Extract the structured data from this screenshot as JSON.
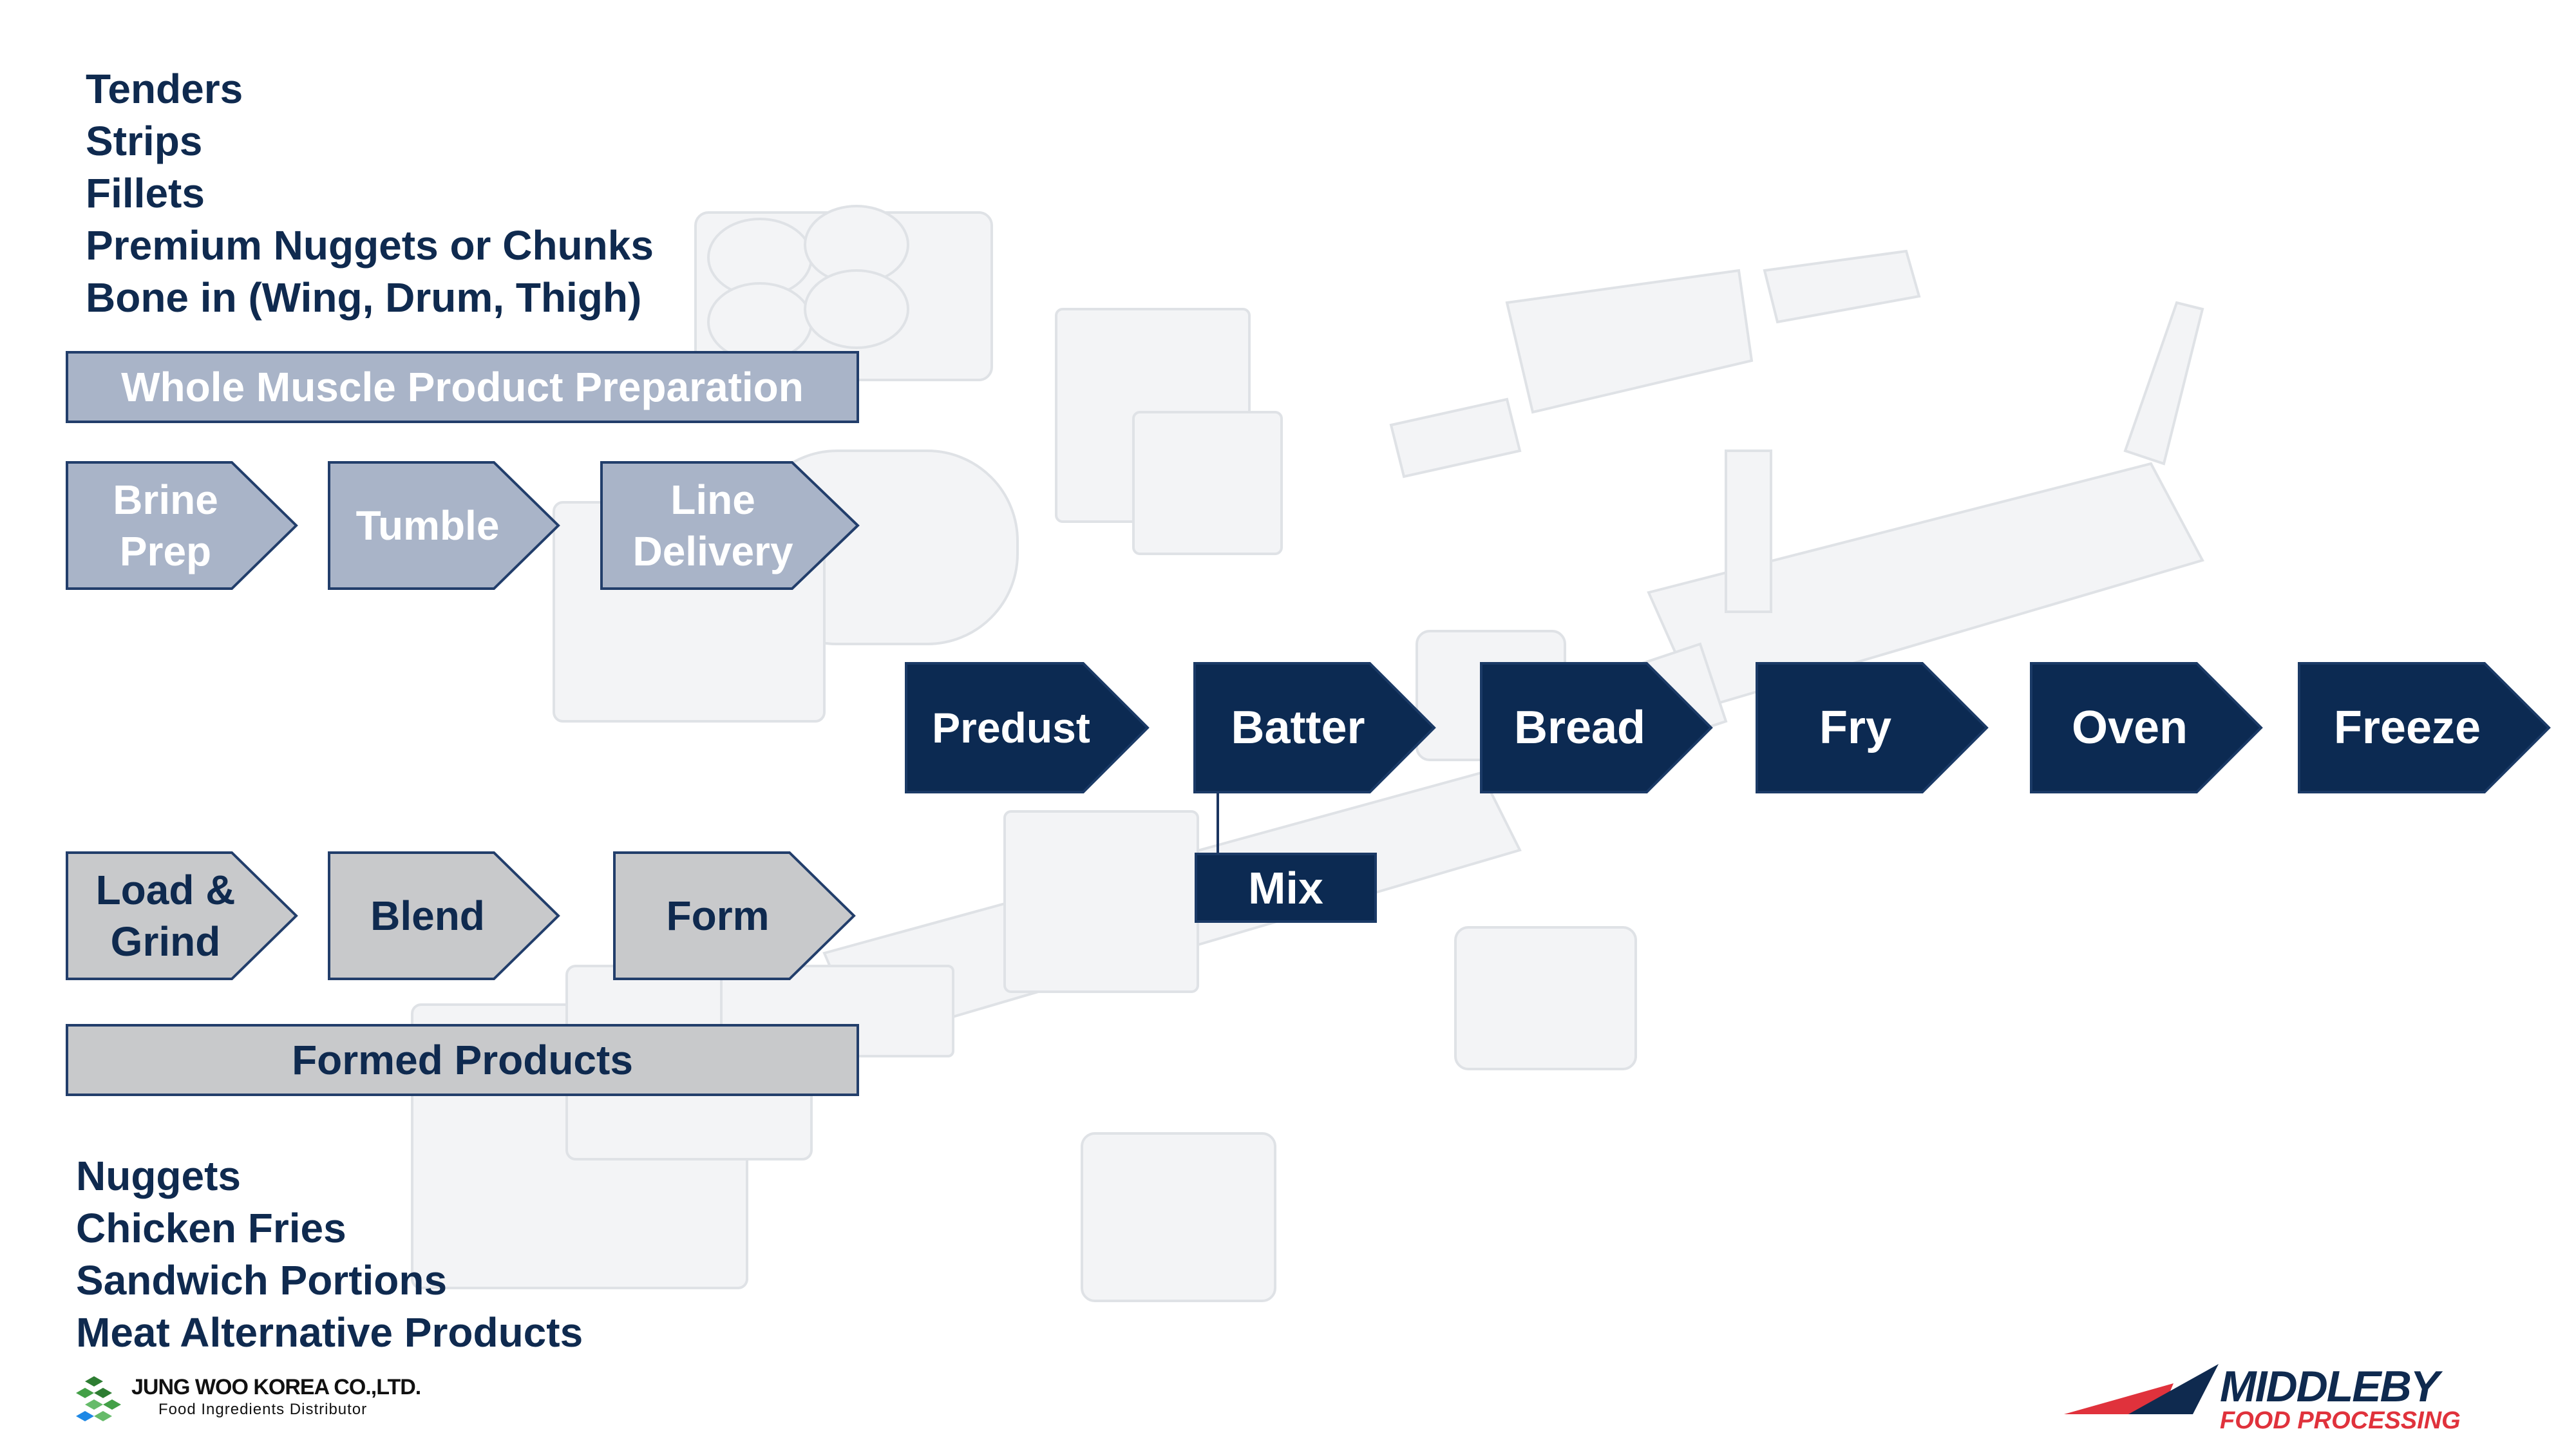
{
  "top_products": [
    "Tenders",
    "Strips",
    "Fillets",
    "Premium Nuggets or Chunks",
    "Bone in (Wing, Drum, Thigh)"
  ],
  "whole_muscle_label": "Whole Muscle Product Preparation",
  "whole_muscle_steps": [
    {
      "label": "Brine\nPrep"
    },
    {
      "label": "Tumble"
    },
    {
      "label": "Line\nDelivery"
    }
  ],
  "main_steps": [
    {
      "label": "Predust"
    },
    {
      "label": "Batter"
    },
    {
      "label": "Bread"
    },
    {
      "label": "Fry"
    },
    {
      "label": "Oven"
    },
    {
      "label": "Freeze"
    }
  ],
  "mix_label": "Mix",
  "formed_steps": [
    {
      "label": "Load &\nGrind"
    },
    {
      "label": "Blend"
    },
    {
      "label": "Form"
    }
  ],
  "formed_label": "Formed Products",
  "bottom_products": [
    "Nuggets",
    "Chicken Fries",
    "Sandwich Portions",
    "Meat Alternative Products"
  ],
  "logo_left": {
    "name": "JUNG WOO KOREA CO.,LTD.",
    "tagline": "Food Ingredients Distributor"
  },
  "logo_right": {
    "name": "MIDDLEBY",
    "tagline": "FOOD PROCESSING"
  },
  "colors": {
    "dark_navy": "#0c2a52",
    "light_slate": "#a9b4c8",
    "light_grey": "#c8c9cb",
    "text_navy": "#0f2a4f",
    "accent_red": "#e0323c"
  },
  "icons": {
    "jung_woo": "jung-woo-logo-icon",
    "middleby": "middleby-logo-icon"
  }
}
